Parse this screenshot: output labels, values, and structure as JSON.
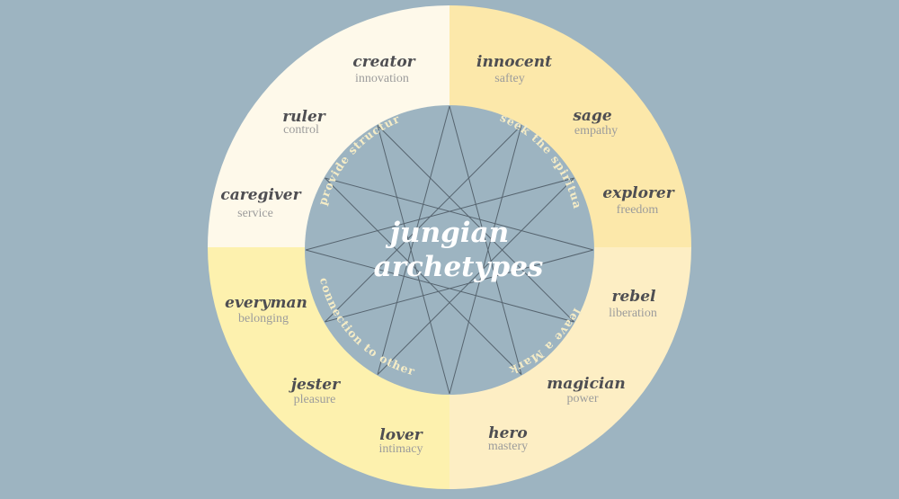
{
  "colors": {
    "background": "#9db4c1",
    "inner_circle": "#9db4c1",
    "quadrant_top_left": "#fef9ea",
    "quadrant_top_right": "#fce8aa",
    "quadrant_bottom_right": "#fdeec4",
    "quadrant_bottom_left": "#fdf1ae",
    "star_lines": "#56646f"
  },
  "center": {
    "line1": "jungian",
    "line2": "archetypes"
  },
  "groups": {
    "top_left": "provide structure",
    "top_right": "seek the spiritual",
    "bottom_right": "leave a Mark",
    "bottom_left": "connection to others"
  },
  "archetypes": [
    {
      "id": "creator",
      "name": "creator",
      "trait": "innovation"
    },
    {
      "id": "innocent",
      "name": "innocent",
      "trait": "saftey"
    },
    {
      "id": "ruler",
      "name": "ruler",
      "trait": "control"
    },
    {
      "id": "sage",
      "name": "sage",
      "trait": "empathy"
    },
    {
      "id": "caregiver",
      "name": "caregiver",
      "trait": "service"
    },
    {
      "id": "explorer",
      "name": "explorer",
      "trait": "freedom"
    },
    {
      "id": "everyman",
      "name": "everyman",
      "trait": "belonging"
    },
    {
      "id": "rebel",
      "name": "rebel",
      "trait": "liberation"
    },
    {
      "id": "jester",
      "name": "jester",
      "trait": "pleasure"
    },
    {
      "id": "magician",
      "name": "magician",
      "trait": "power"
    },
    {
      "id": "lover",
      "name": "lover",
      "trait": "intimacy"
    },
    {
      "id": "hero",
      "name": "hero",
      "trait": "mastery"
    }
  ]
}
